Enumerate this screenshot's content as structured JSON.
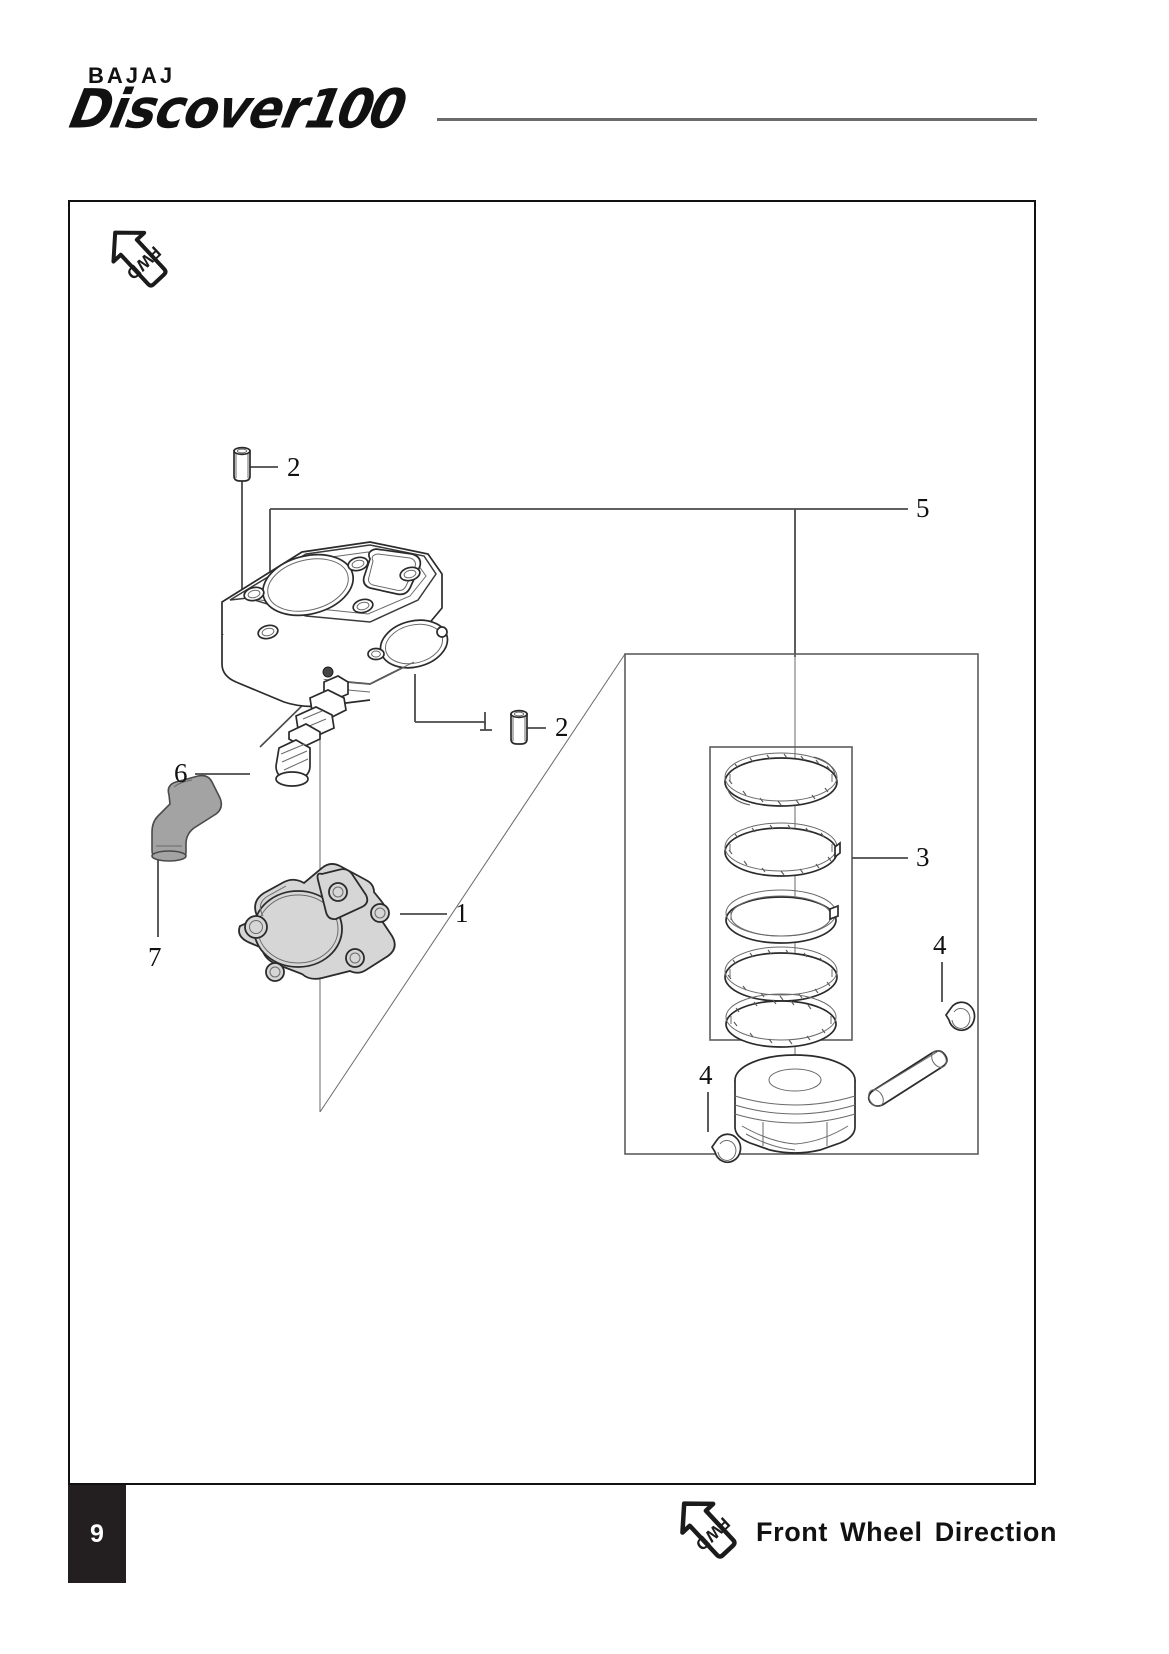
{
  "header": {
    "brand": "BAJAJ",
    "model_word": "Discover",
    "model_number": "100"
  },
  "diagram": {
    "fwd_badge_label": "FWD",
    "callouts": [
      {
        "id": "callout-2-top",
        "label": "2"
      },
      {
        "id": "callout-5",
        "label": "5"
      },
      {
        "id": "callout-2-right",
        "label": "2"
      },
      {
        "id": "callout-6",
        "label": "6"
      },
      {
        "id": "callout-3",
        "label": "3"
      },
      {
        "id": "callout-4-right",
        "label": "4"
      },
      {
        "id": "callout-1",
        "label": "1"
      },
      {
        "id": "callout-7",
        "label": "7"
      },
      {
        "id": "callout-4-piston",
        "label": "4"
      }
    ],
    "parts": [
      {
        "ref": "1",
        "name": "cylinder-base-gasket"
      },
      {
        "ref": "2",
        "name": "dowel-pin"
      },
      {
        "ref": "3",
        "name": "piston-ring-set"
      },
      {
        "ref": "4",
        "name": "piston-pin-circlip"
      },
      {
        "ref": "5",
        "name": "cylinder-block-assembly"
      },
      {
        "ref": "6",
        "name": "spark-plug"
      },
      {
        "ref": "7",
        "name": "spark-plug-cap"
      }
    ],
    "colors": {
      "line": "#4a4a4a",
      "outline": "#111111",
      "gasket_fill": "#d6d6d6",
      "cap_fill": "#a3a3a3"
    }
  },
  "footer": {
    "page_number": "9",
    "fwd_badge_label": "FWD",
    "legend_text": "Front Wheel  Direction"
  }
}
